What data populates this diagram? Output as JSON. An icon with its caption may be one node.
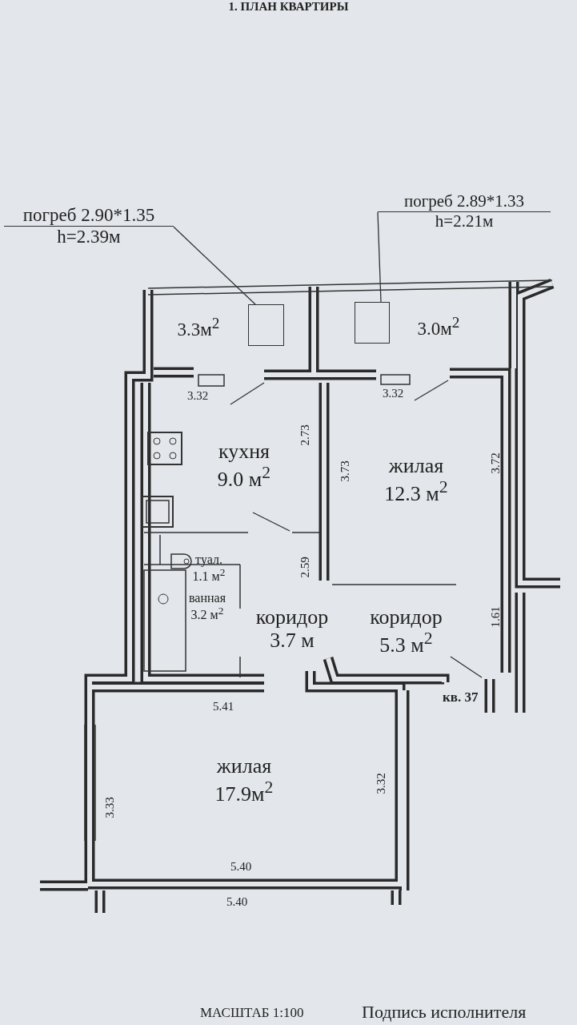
{
  "diagram": {
    "title": "1. ПЛАН КВАРТИРЫ",
    "nodes": [
      {
        "text": [
          "погреб 2.90*1.35",
          "h=2.39м"
        ]
      },
      {
        "text": [],
        "shape": "box"
      },
      {
        "text": [
          "погреб 2.89*1.33",
          "h=2.21м"
        ]
      },
      {
        "text": [],
        "shape": "box"
      },
      {
        "text": [
          "3.3м$^{2}$"
        ]
      },
      {
        "text": [
          "3.0м$^{2}$"
        ]
      },
      {
        "text": [
          "кухня",
          "9.0 м$^{2}$"
        ]
      },
      {
        "text": [
          "жилая",
          "12.3 м$^{2}$"
        ]
      },
      {
        "text": [
          "туал.",
          "1.1 м$^{2}$"
        ]
      },
      {
        "text": [
          "ванная",
          "3.2 м$^{2}$"
        ]
      },
      {
        "text": [
          "коридор",
          "3.7 м"
        ]
      },
      {
        "text": [
          "коридор",
          "5.3 м$^{2}$"
        ]
      },
      {
        "text": [
          "жилая",
          "17.9м$^{2}$"
        ]
      }
    ],
    "edges": [
      {
        "from": 0,
        "to": 1,
        "arrow": "none"
      },
      {
        "from": 2,
        "to": 3,
        "arrow": "none"
      }
    ],
    "labels": [
      "3.32",
      "3.32",
      "2.73",
      "3.73",
      "3.72",
      "2.59",
      "1.61",
      "5.41",
      "3.33",
      "3.32",
      "5.40",
      "5.40",
      "кв. 37",
      "МАСШТАБ 1:100",
      "Подпись исполнителя"
    ]
  }
}
